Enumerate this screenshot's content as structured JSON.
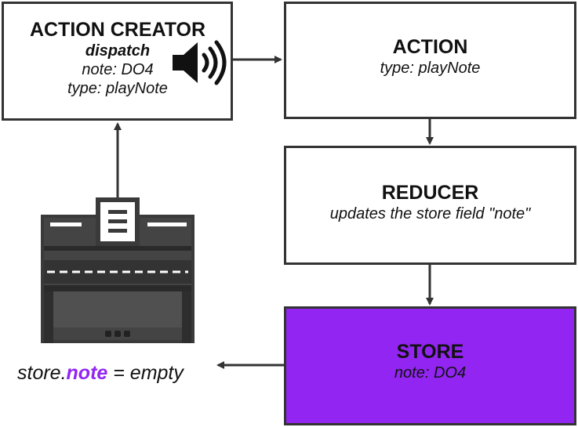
{
  "action_creator": {
    "title": "ACTION CREATOR",
    "dispatch": "dispatch",
    "note": "note: DO4",
    "type": "type: playNote"
  },
  "action": {
    "title": "ACTION",
    "type": "type: playNote"
  },
  "reducer": {
    "title": "REDUCER",
    "description": "updates the store field \"note\""
  },
  "store": {
    "title": "STORE",
    "note": "note: DO4",
    "color": "#9225f2"
  },
  "readout": {
    "prefix": "store.",
    "field": "note",
    "suffix": " = empty",
    "field_color": "#9225f2"
  },
  "icons": {
    "speaker": "speaker-icon",
    "piano": "piano-icon"
  }
}
